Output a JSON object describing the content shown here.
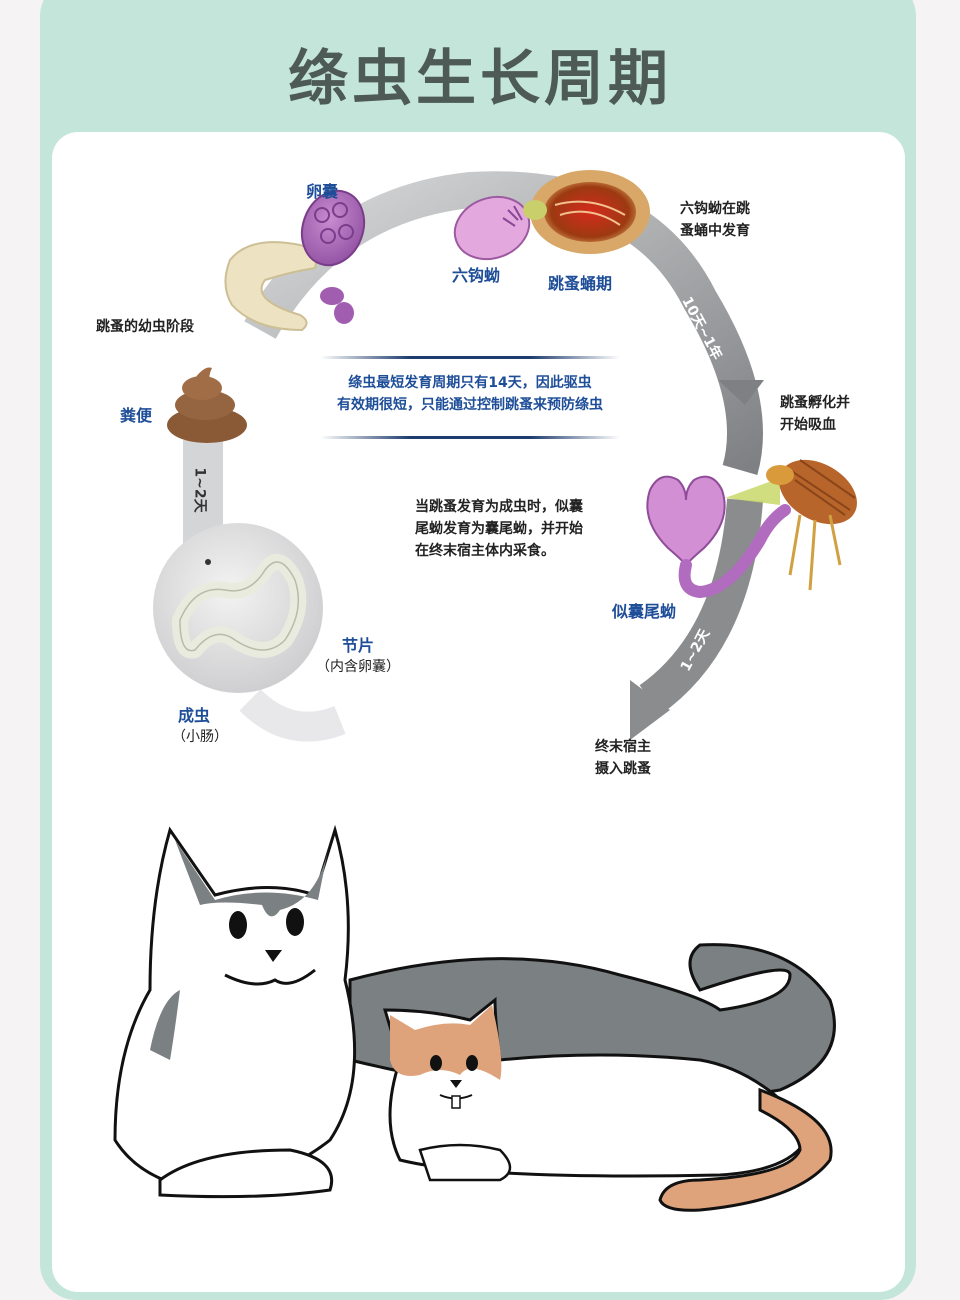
{
  "title": "绦虫生长周期",
  "colors": {
    "background": "#f6f3f4",
    "card": "#c4e5da",
    "panel": "#ffffff",
    "title": "#4d5a56",
    "label_blue": "#1f4e99",
    "arrow_gray": "#8a8c8e"
  },
  "cycle": {
    "stages": [
      {
        "id": "egg_capsule",
        "label": "卵囊"
      },
      {
        "id": "oncosphere",
        "label": "六钩蚴"
      },
      {
        "id": "flea_larva_stage",
        "label": "跳蚤蛹期"
      },
      {
        "id": "cysticercoid",
        "label": "似囊尾蚴"
      },
      {
        "id": "feces",
        "label": "粪便"
      },
      {
        "id": "adult",
        "label": "成虫",
        "sub": "（小肠）"
      },
      {
        "id": "segments",
        "label": "节片",
        "sub": "（内含卵囊）"
      }
    ],
    "notes": {
      "flea_larva": "跳蚤的幼虫阶段",
      "oncosphere_develops": [
        "六钩蚴在跳",
        "蚤蛹中发育"
      ],
      "flea_hatch": [
        "跳蚤孵化并",
        "开始吸血"
      ],
      "flea_adult": [
        "当跳蚤发育为成虫时，似囊",
        "尾蚴发育为囊尾蚴，并开始",
        "在终末宿主体内采食。"
      ],
      "host_ingest": [
        "终末宿主",
        "摄入跳蚤"
      ]
    },
    "durations": {
      "pupa_to_flea": "10天~1年",
      "ingest": "1~2天",
      "feces": "1~2天"
    },
    "center_note": [
      "绦虫最短发育周期只有14天，因此驱虫",
      "有效期很短，只能通过控制跳蚤来预防绦虫"
    ]
  },
  "illustration": {
    "subjects": [
      "gray-white-cat",
      "orange-white-cat"
    ]
  }
}
